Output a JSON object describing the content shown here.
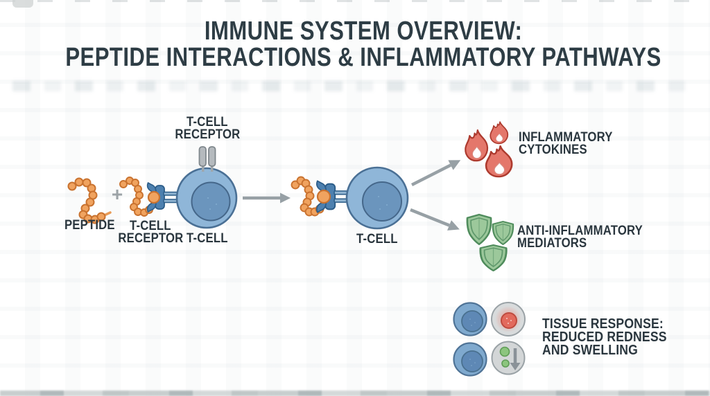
{
  "title": {
    "line1": "IMMUNE SYSTEM OVERVIEW:",
    "line2": "PEPTIDE INTERACTIONS & INFLAMMATORY PATHWAYS"
  },
  "diagram": {
    "plus_sign": "+",
    "peptide": {
      "label": "PEPTIDE",
      "icon": "peptide-chain-icon"
    },
    "free_receptor": {
      "label_line1": "T-CELL",
      "label_line2": "RECEPTOR",
      "icon": "tcell-receptor-icon"
    },
    "top_receptor": {
      "label_line1": "T-CELL",
      "label_line2": "RECEPTOR",
      "icon": "tcell-receptor-top-icon"
    },
    "tcell_left": {
      "label": "T-CELL",
      "icon": "tcell-icon"
    },
    "tcell_middle": {
      "label": "T-CELL",
      "icon": "tcell-icon"
    },
    "outcome_inflammatory": {
      "icon": "flame-icon",
      "label_line1": "INFLAMMATORY",
      "label_line2": "CYTOKINES"
    },
    "outcome_anti_inflammatory": {
      "icon": "shield-icon",
      "label_line1": "ANTI-INFLAMMATORY",
      "label_line2": "MEDIATORS"
    },
    "tissue_response": {
      "icon": "tissue-cells-icon",
      "label_line1": "TISSUE RESPONSE:",
      "label_line2": "REDUCED REDNESS",
      "label_line3": "AND SWELLING"
    }
  },
  "colors": {
    "title_text": "#2E3D45",
    "label_text": "#2A363E",
    "arrow_gray": "#97A0A5",
    "peptide_orange": "#F0A35F",
    "peptide_outline": "#C9722F",
    "receptor_blue": "#4D80AF",
    "receptor_blue_outline": "#2B5C88",
    "cell_body_blue": "#8FB6D8",
    "cell_outline": "#4A7095",
    "cell_nucleus": "#6B95BD",
    "gray_receptor": "#B5BABE",
    "flame_red": "#E4776B",
    "flame_outline": "#AD3A2E",
    "shield_green": "#9CC89B",
    "shield_outline": "#4F8C5C",
    "tissue_circle_gray": "#D5D8DA",
    "redness_red": "#E26A5D",
    "mediator_green": "#8CC57E"
  }
}
